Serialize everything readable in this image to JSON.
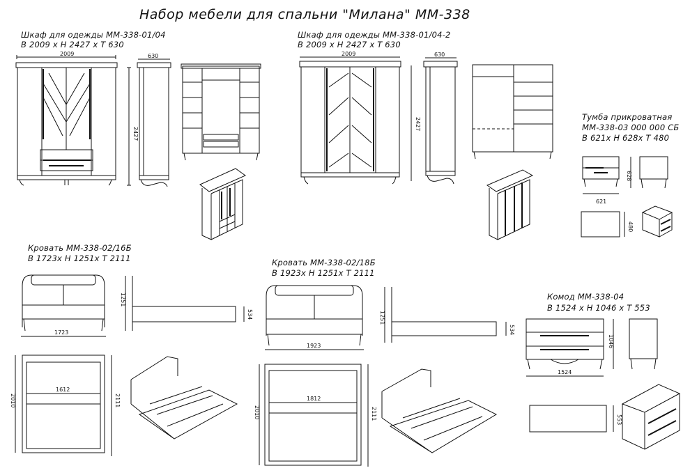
{
  "title": "Набор мебели для спальни \"Милана\" ММ-338",
  "wardrobe1": {
    "name": "Шкаф для одежды    ММ-338-01/04",
    "size": "В 2009  х  Н 2427  х  Т 630",
    "w": "2009",
    "d": "630",
    "h": "2427"
  },
  "wardrobe2": {
    "name": "Шкаф для одежды    ММ-338-01/04-2",
    "size": "В 2009  х  Н 2427  х  Т 630",
    "w": "2009",
    "d": "630",
    "h": "2427"
  },
  "nightstand": {
    "name": "Тумба прикроватная",
    "code": "ММ-338-03 000 000 СБ",
    "size": "В 621х  Н 628х  Т 480",
    "w": "621",
    "h": "628",
    "d": "480"
  },
  "bed1": {
    "name": "Кровать    ММ-338-02/16Б",
    "size": "В 1723х  Н 1251х  Т 2111",
    "w": "1723",
    "h": "1251",
    "side": "534",
    "inner": "1612",
    "len": "2010",
    "total": "2111"
  },
  "bed2": {
    "name": "Кровать    ММ-338-02/18Б",
    "size": "В 1923х  Н 1251х  Т 2111",
    "w": "1923",
    "h": "1251",
    "side": "534",
    "inner": "1812",
    "len": "2010",
    "total": "2111"
  },
  "dresser": {
    "name": "Комод    ММ-338-04",
    "size": "В 1524  х  Н 1046  х  Т 553",
    "w": "1524",
    "h": "1046",
    "d": "553"
  }
}
